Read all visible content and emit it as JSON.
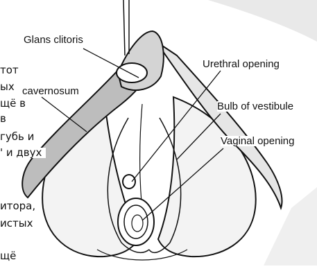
{
  "labels": {
    "glans_clitoris": "Glans clitoris",
    "urethral_opening": "Urethral opening",
    "corpus_cavernosum": "cavernosum",
    "bulb_of_vestibule": "Bulb of vestibule",
    "vaginal_opening": "Vaginal opening"
  },
  "overlay_text_fragments": [
    "тот",
    "ых",
    "щё в",
    "в",
    "губь и",
    "' и двух",
    "итора,",
    "истых",
    "щё"
  ],
  "colors": {
    "ink": "#111111",
    "paper": "#ffffff",
    "shade": "#bdbdbd"
  }
}
